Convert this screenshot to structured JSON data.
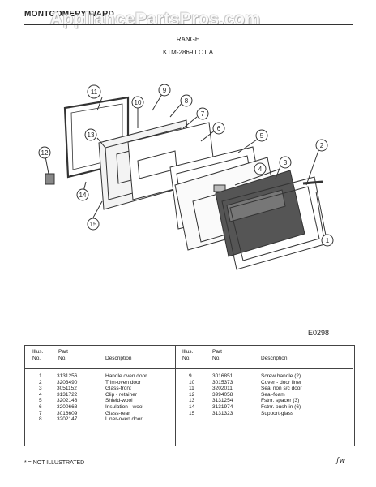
{
  "header": {
    "brand": "MONTGOMERY WARD",
    "watermark": "AppliancePartsPros.com",
    "subtitle": "RANGE",
    "model": "KTM-2869 LOT A"
  },
  "diagram": {
    "callouts": [
      "1",
      "2",
      "3",
      "4",
      "5",
      "6",
      "7",
      "8",
      "9",
      "10",
      "11",
      "12",
      "13",
      "14",
      "15"
    ],
    "figure_code": "E0298"
  },
  "table": {
    "headers": {
      "ill_line1": "Illus.",
      "ill_line2": "No.",
      "part_line1": "Part",
      "part_line2": "No.",
      "desc": "Description"
    },
    "left": [
      {
        "no": "1",
        "part": "3131256",
        "desc": "Handle oven door"
      },
      {
        "no": "2",
        "part": "3203490",
        "desc": "Trim-oven door"
      },
      {
        "no": "3",
        "part": "3051152",
        "desc": "Glass-front"
      },
      {
        "no": "4",
        "part": "3131722",
        "desc": "Clip - retainer"
      },
      {
        "no": "5",
        "part": "3202148",
        "desc": "Shield-wool"
      },
      {
        "no": "6",
        "part": "3200668",
        "desc": "Insulation - wool"
      },
      {
        "no": "7",
        "part": "3016609",
        "desc": "Glass-rear"
      },
      {
        "no": "8",
        "part": "3202147",
        "desc": "Liner-oven door"
      }
    ],
    "right": [
      {
        "no": "9",
        "part": "3016851",
        "desc": "Screw handle (2)"
      },
      {
        "no": "10",
        "part": "3015373",
        "desc": "Cover - door liner"
      },
      {
        "no": "11",
        "part": "3202011",
        "desc": "Seal non s/c door"
      },
      {
        "no": "12",
        "part": "3994058",
        "desc": "Seal-foam"
      },
      {
        "no": "13",
        "part": "3131254",
        "desc": "Fstnr. spacer (3)"
      },
      {
        "no": "14",
        "part": "3131974",
        "desc": "Fstnr. push-in (6)"
      },
      {
        "no": "15",
        "part": "3131323",
        "desc": "Support-glass"
      }
    ]
  },
  "footer": {
    "note": "* = NOT ILLUSTRATED",
    "initials": "fw"
  }
}
